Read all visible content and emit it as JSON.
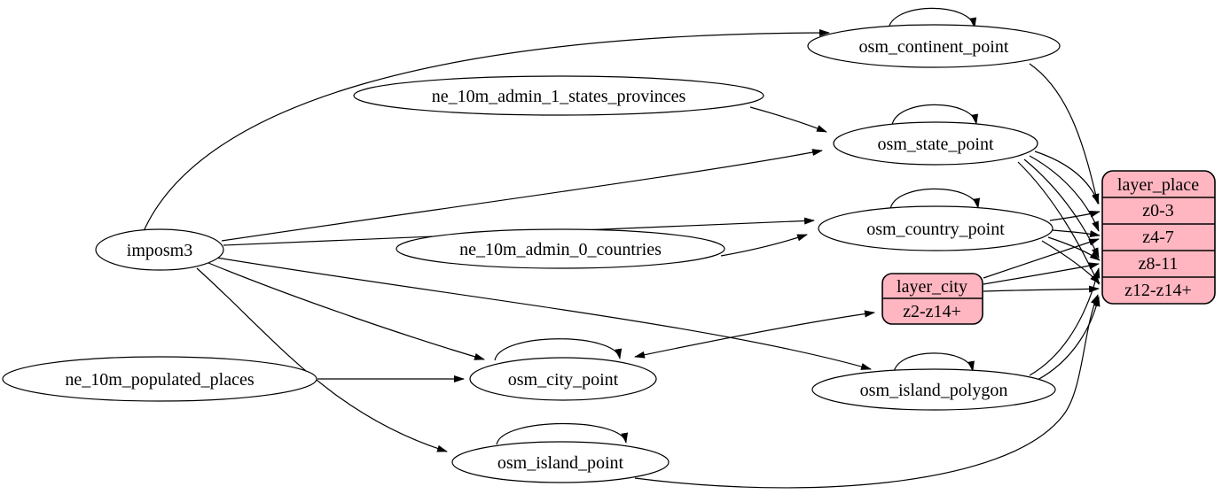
{
  "diagram": {
    "type": "etl-graph",
    "colors": {
      "background": "#ffffff",
      "edge_stroke": "#000000",
      "ellipse_fill": "#ffffff",
      "record_fill": "#ffb6c1"
    },
    "nodes": {
      "imposm3": {
        "label": "imposm3",
        "shape": "ellipse"
      },
      "ne_10m_populated_places": {
        "label": "ne_10m_populated_places",
        "shape": "ellipse"
      },
      "ne_10m_admin_1_states_provinces": {
        "label": "ne_10m_admin_1_states_provinces",
        "shape": "ellipse"
      },
      "ne_10m_admin_0_countries": {
        "label": "ne_10m_admin_0_countries",
        "shape": "ellipse"
      },
      "osm_continent_point": {
        "label": "osm_continent_point",
        "shape": "ellipse"
      },
      "osm_state_point": {
        "label": "osm_state_point",
        "shape": "ellipse"
      },
      "osm_country_point": {
        "label": "osm_country_point",
        "shape": "ellipse"
      },
      "osm_city_point": {
        "label": "osm_city_point",
        "shape": "ellipse"
      },
      "osm_island_polygon": {
        "label": "osm_island_polygon",
        "shape": "ellipse"
      },
      "osm_island_point": {
        "label": "osm_island_point",
        "shape": "ellipse"
      },
      "layer_city": {
        "label": "layer_city",
        "shape": "record",
        "fill": "#ffb6c1",
        "rows": [
          "z2-z14+"
        ]
      },
      "layer_place": {
        "label": "layer_place",
        "shape": "record",
        "fill": "#ffb6c1",
        "rows": [
          "z0-3",
          "z4-7",
          "z8-11",
          "z12-z14+"
        ]
      }
    },
    "edges": [
      {
        "from": "imposm3",
        "to": "osm_continent_point"
      },
      {
        "from": "imposm3",
        "to": "osm_state_point"
      },
      {
        "from": "imposm3",
        "to": "osm_country_point"
      },
      {
        "from": "imposm3",
        "to": "osm_city_point"
      },
      {
        "from": "imposm3",
        "to": "osm_island_polygon"
      },
      {
        "from": "imposm3",
        "to": "osm_island_point"
      },
      {
        "from": "ne_10m_admin_1_states_provinces",
        "to": "osm_state_point"
      },
      {
        "from": "ne_10m_admin_0_countries",
        "to": "osm_country_point"
      },
      {
        "from": "ne_10m_populated_places",
        "to": "osm_city_point"
      },
      {
        "from": "osm_continent_point",
        "to": "osm_continent_point",
        "type": "self-loop"
      },
      {
        "from": "osm_state_point",
        "to": "osm_state_point",
        "type": "self-loop"
      },
      {
        "from": "osm_country_point",
        "to": "osm_country_point",
        "type": "self-loop"
      },
      {
        "from": "osm_city_point",
        "to": "osm_city_point",
        "type": "self-loop"
      },
      {
        "from": "osm_island_polygon",
        "to": "osm_island_polygon",
        "type": "self-loop"
      },
      {
        "from": "osm_island_point",
        "to": "osm_island_point",
        "type": "self-loop"
      },
      {
        "from": "osm_city_point",
        "to": "layer_city",
        "port": "z2-z14+",
        "arrows_both_ends": true
      },
      {
        "from": "osm_continent_point",
        "to": "layer_place",
        "port": "z0-3"
      },
      {
        "from": "osm_state_point",
        "to": "layer_place",
        "port": "z0-3"
      },
      {
        "from": "osm_state_point",
        "to": "layer_place",
        "port": "z4-7"
      },
      {
        "from": "osm_state_point",
        "to": "layer_place",
        "port": "z8-11"
      },
      {
        "from": "osm_state_point",
        "to": "layer_place",
        "port": "z12-z14+"
      },
      {
        "from": "osm_country_point",
        "to": "layer_place",
        "port": "z0-3"
      },
      {
        "from": "osm_country_point",
        "to": "layer_place",
        "port": "z4-7"
      },
      {
        "from": "osm_country_point",
        "to": "layer_place",
        "port": "z8-11"
      },
      {
        "from": "osm_country_point",
        "to": "layer_place",
        "port": "z12-z14+"
      },
      {
        "from": "layer_city",
        "to": "layer_place",
        "port": "z4-7"
      },
      {
        "from": "layer_city",
        "to": "layer_place",
        "port": "z8-11"
      },
      {
        "from": "layer_city",
        "to": "layer_place",
        "port": "z12-z14+"
      },
      {
        "from": "osm_island_polygon",
        "to": "layer_place",
        "port": "z8-11"
      },
      {
        "from": "osm_island_polygon",
        "to": "layer_place",
        "port": "z12-z14+"
      },
      {
        "from": "osm_island_point",
        "to": "layer_place",
        "port": "z12-z14+"
      }
    ]
  }
}
